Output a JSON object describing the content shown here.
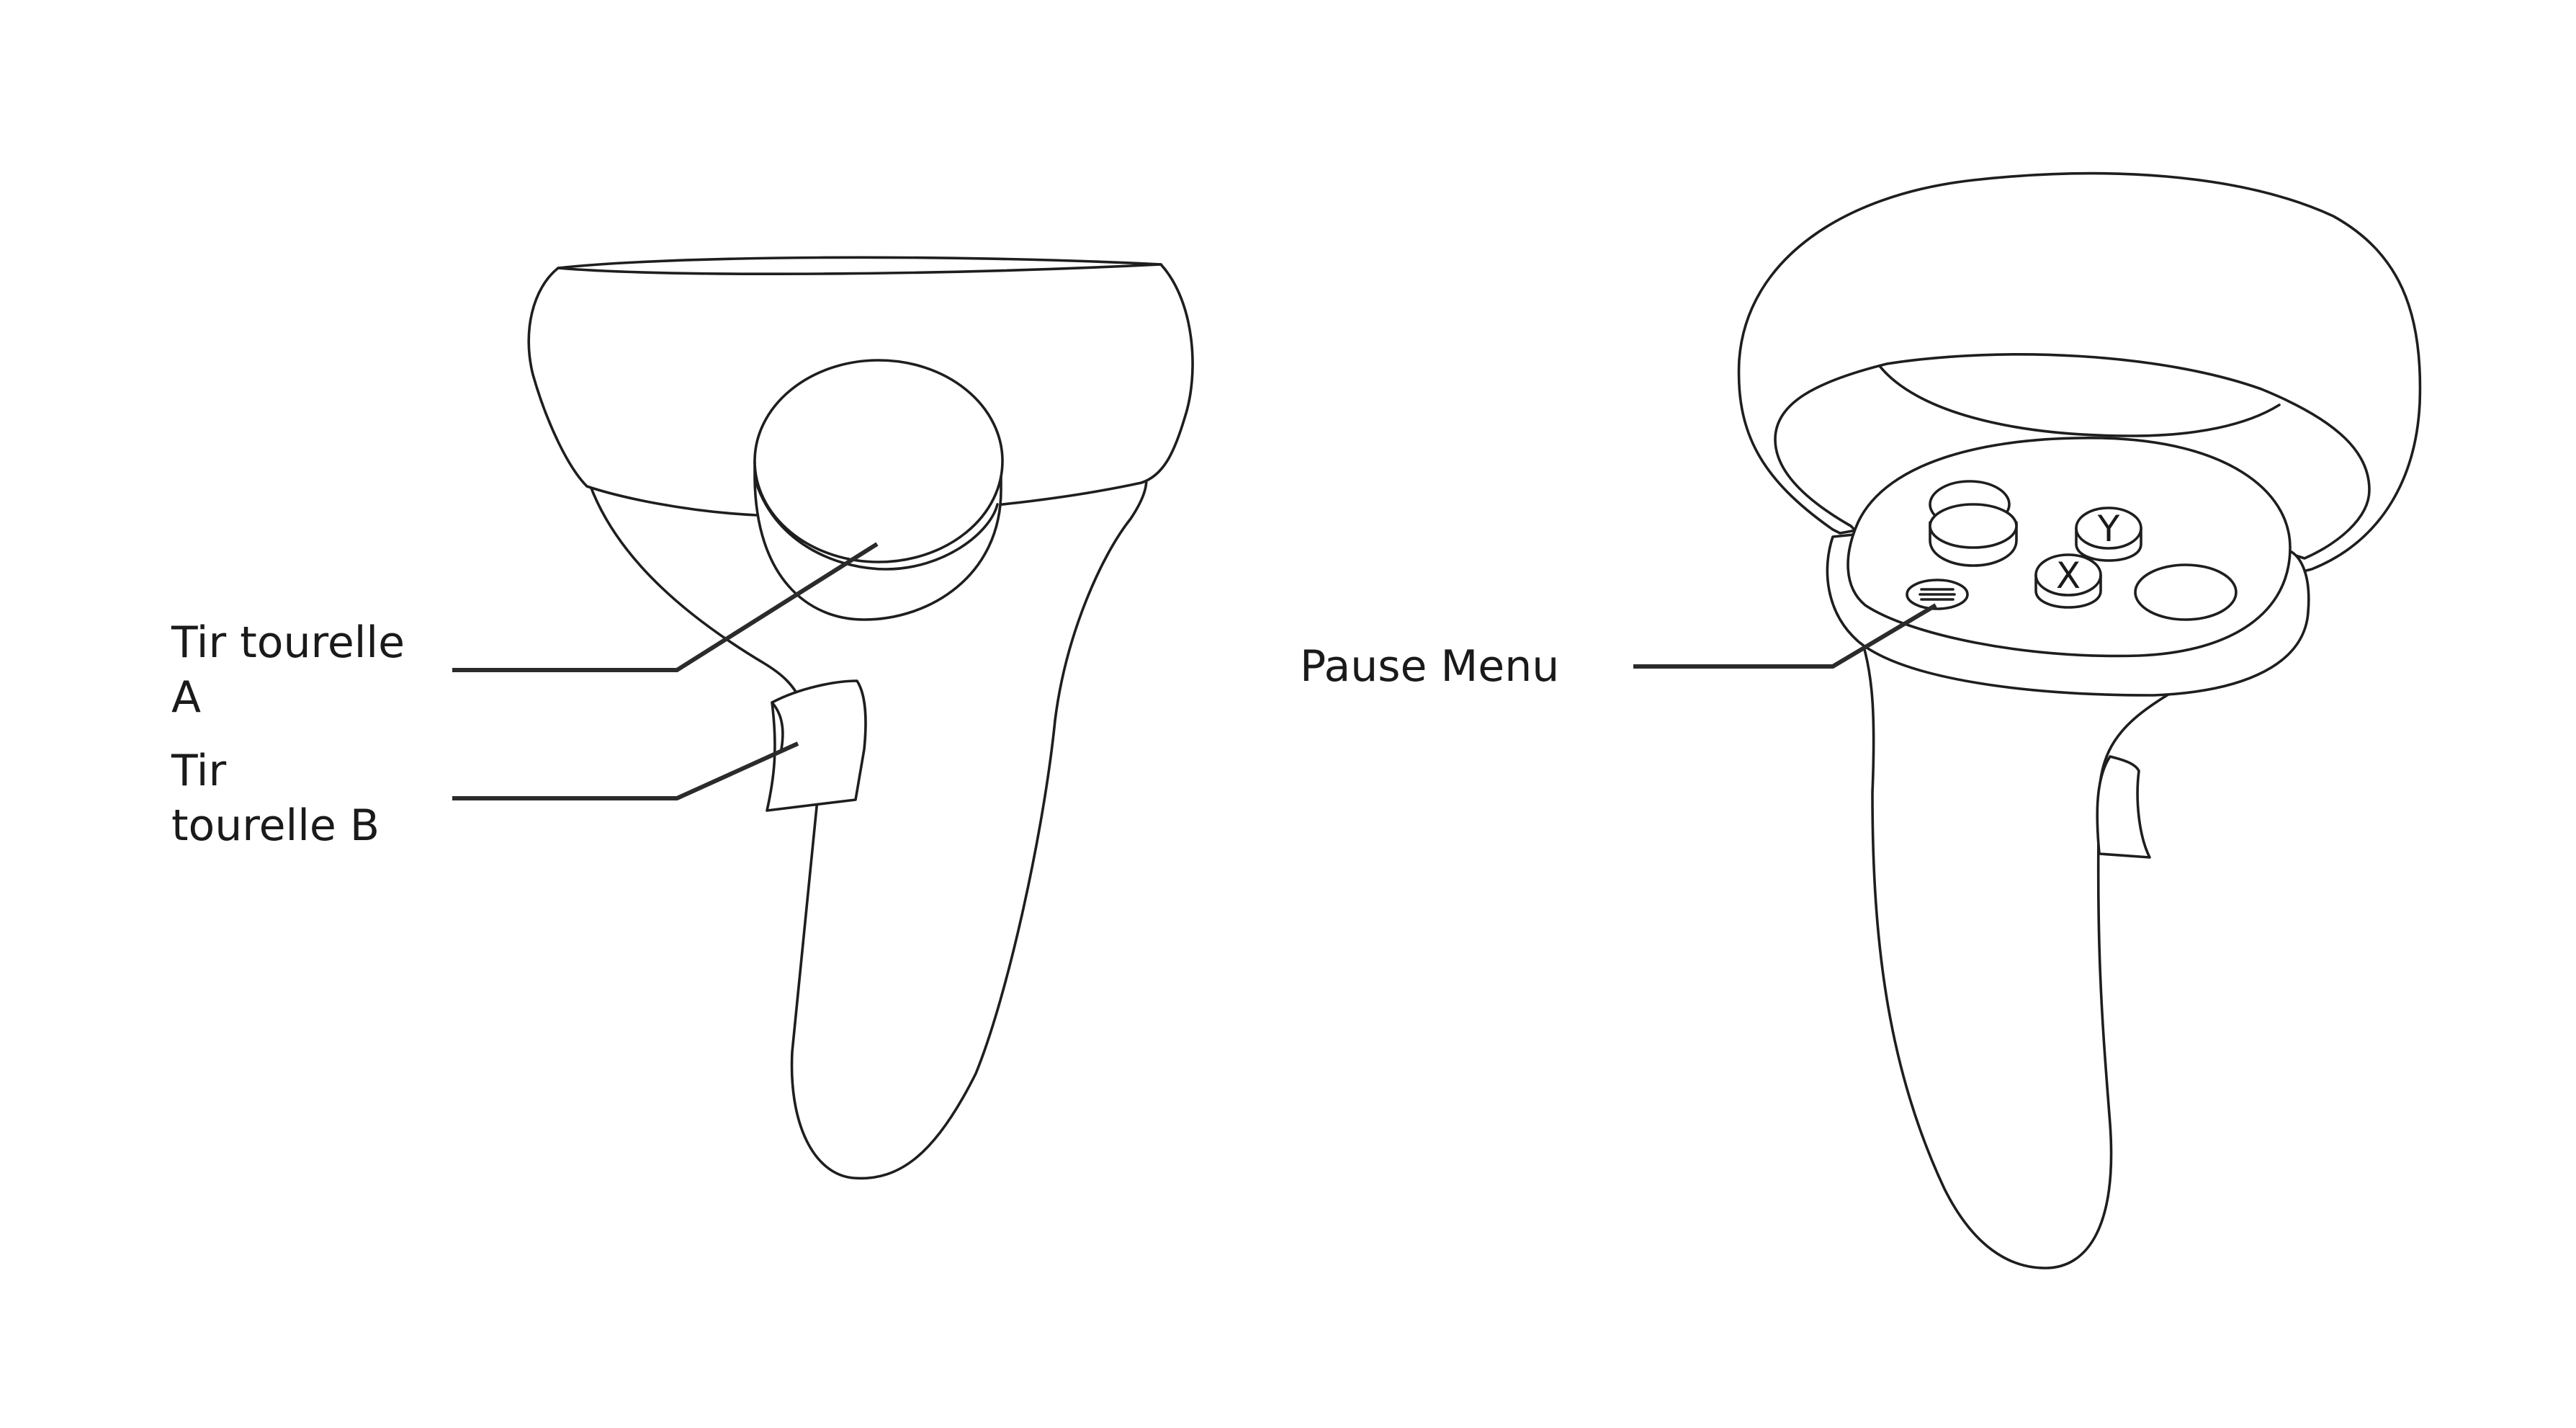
{
  "labels": {
    "tir_a": [
      "Tir tourelle",
      "A"
    ],
    "tir_b": [
      "Tir",
      "tourelle B"
    ],
    "pause": "Pause Menu"
  },
  "buttons": {
    "y": "Y",
    "x": "X"
  },
  "colors": {
    "line": "#1e1e1e",
    "leader": "#2b2b2b",
    "background": "#ffffff"
  }
}
